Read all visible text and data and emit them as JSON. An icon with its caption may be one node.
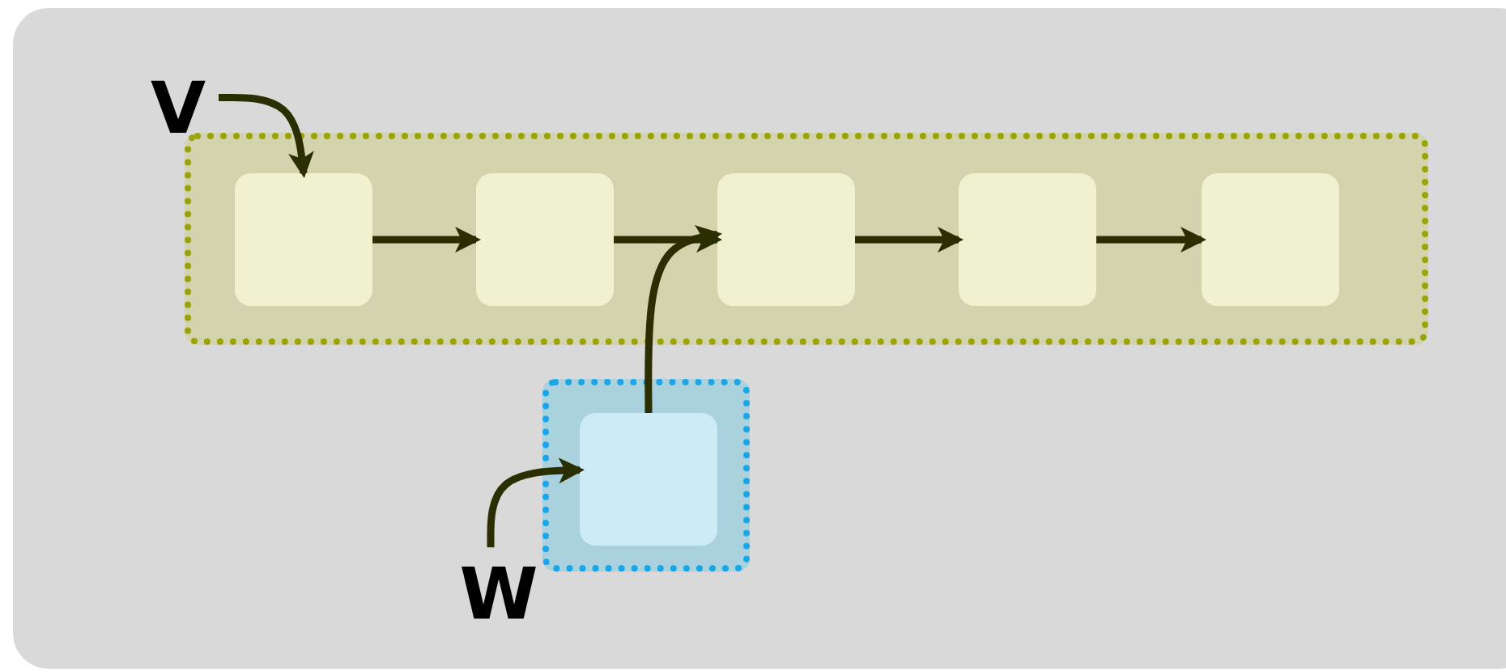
{
  "diagram": {
    "nodes": [
      {
        "text": [
          "V"
        ]
      },
      {
        "text": [],
        "shape": "box"
      },
      {
        "text": [],
        "shape": "box",
        "in": 1
      },
      {
        "text": [],
        "shape": "box",
        "in": 1
      },
      {
        "text": [],
        "shape": "box",
        "in": 1
      },
      {
        "text": [],
        "shape": "box",
        "in": 1
      },
      {
        "text": [],
        "shape": "box",
        "in": 1
      },
      {
        "text": [
          "W"
        ]
      },
      {
        "text": [],
        "shape": "box"
      },
      {
        "text": [],
        "shape": "box",
        "in": 8
      }
    ],
    "edges": [
      {
        "from": 0,
        "to": 2,
        "arrow": "to"
      },
      {
        "from": 2,
        "to": 3,
        "arrow": "to"
      },
      {
        "from": 3,
        "to": 4,
        "arrow": "to"
      },
      {
        "from": 4,
        "to": 5,
        "arrow": "to"
      },
      {
        "from": 5,
        "to": 6,
        "arrow": "to"
      },
      {
        "from": 9,
        "to": 4,
        "arrow": "to"
      },
      {
        "from": 7,
        "to": 9,
        "arrow": "to"
      }
    ]
  }
}
